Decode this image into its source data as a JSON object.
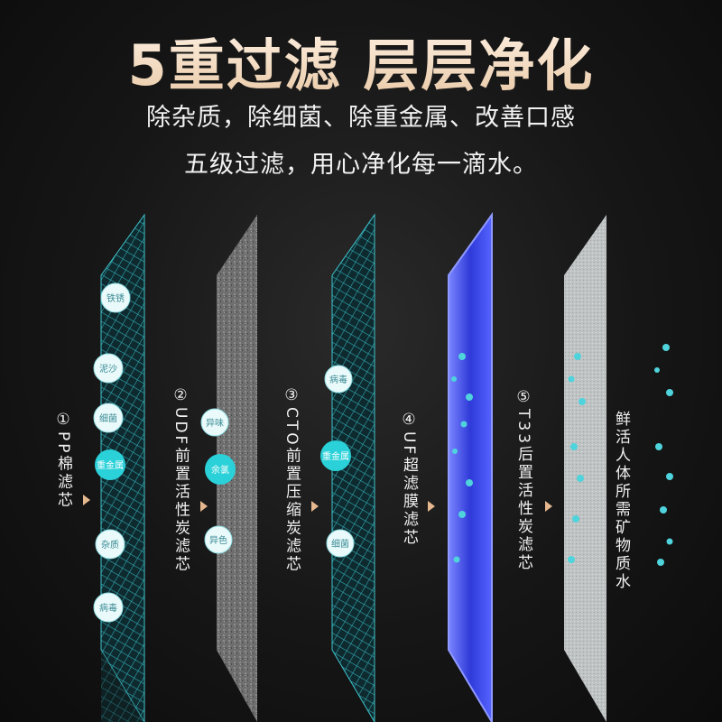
{
  "title": "5重过滤 层层净化",
  "subtitle_1": "除杂质，除细菌、除重金属、改善口感",
  "subtitle_2": "五级过滤，用心净化每一滴水。",
  "stages": [
    {
      "num": "①",
      "label": "PP棉滤芯",
      "bubbles": [
        "铁锈",
        "泥沙",
        "细菌",
        "重金属",
        "杂质",
        "病毒"
      ]
    },
    {
      "num": "②",
      "label": "UDF前置活性炭滤芯",
      "bubbles": [
        "异味",
        "余氯",
        "异色"
      ]
    },
    {
      "num": "③",
      "label": "CTO前置压缩炭滤芯",
      "bubbles": [
        "病毒",
        "重金属",
        "细菌"
      ]
    },
    {
      "num": "④",
      "label": "UF超滤膜滤芯"
    },
    {
      "num": "⑤",
      "label": "T33后置活性炭滤芯"
    }
  ],
  "result_label": "鲜活人体所需矿物质水",
  "colors": {
    "title_gold": "#f1d6b8",
    "mesh_teal": "#2fa6b0",
    "uf_blue": "#3d4df0",
    "bubble_cyan": "#4fd3dc",
    "arrow": "#e6b88f"
  }
}
